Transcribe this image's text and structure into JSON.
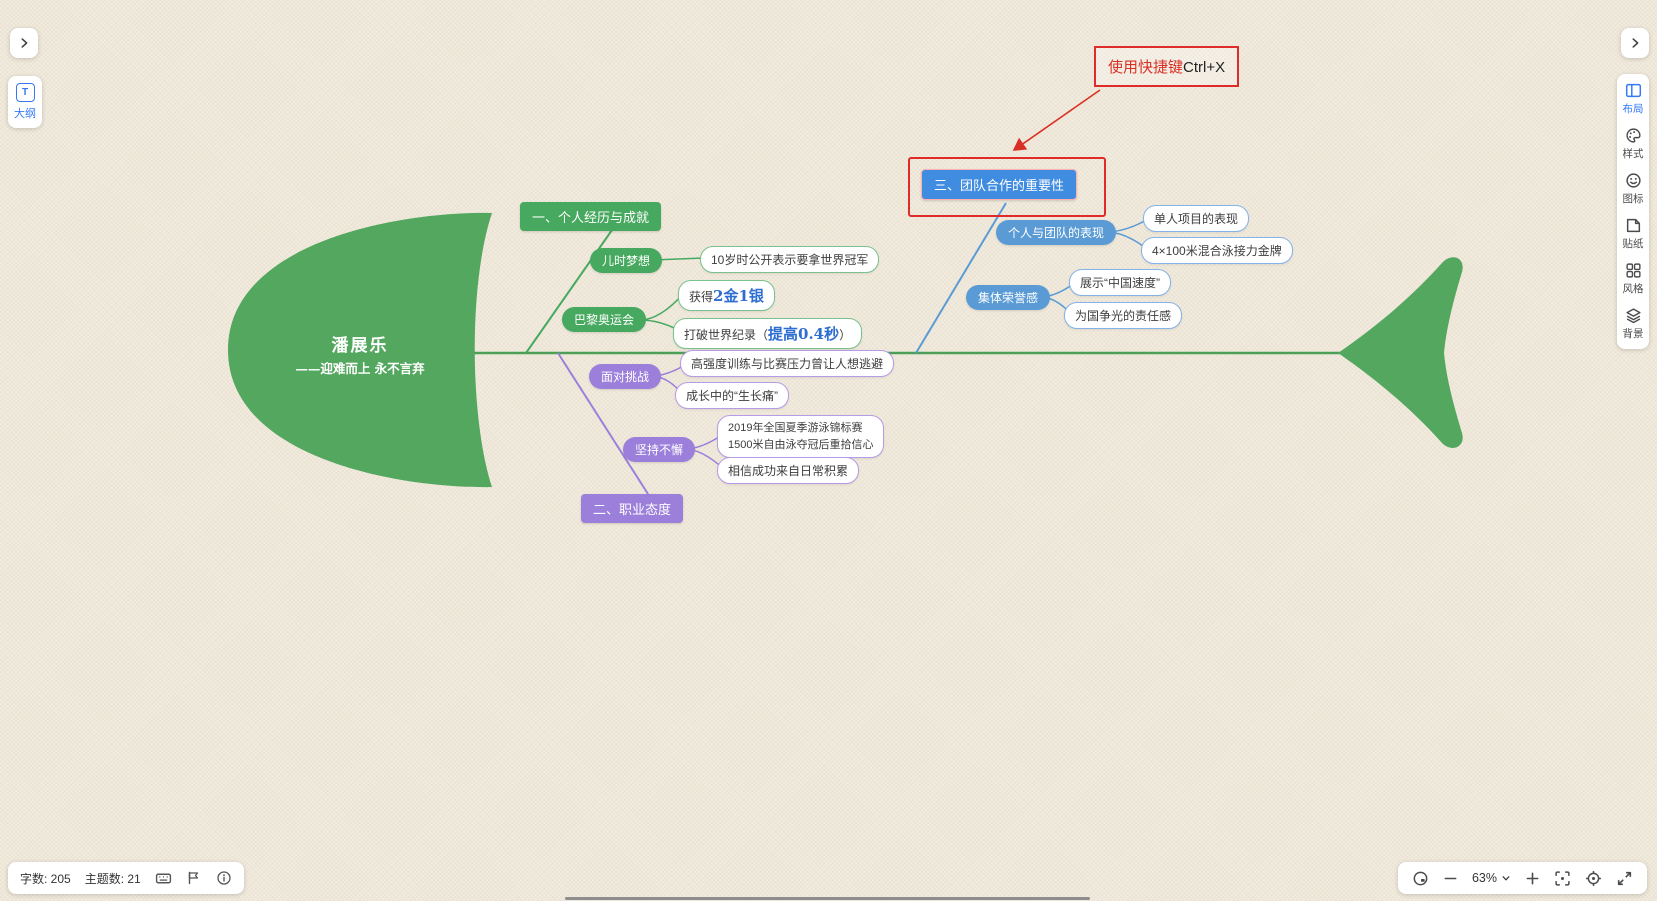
{
  "colors": {
    "green": "#47a95f",
    "blue": "#3f8ce0",
    "purple": "#9b7fdb",
    "red": "#d93025",
    "accent": "#3579f6"
  },
  "ui": {
    "left_panel": {
      "outline_icon_letter": "T",
      "outline_label": "大纲"
    },
    "right_panel": {
      "items": [
        {
          "label": "布局"
        },
        {
          "label": "样式"
        },
        {
          "label": "图标"
        },
        {
          "label": "贴纸"
        },
        {
          "label": "风格"
        },
        {
          "label": "背景"
        }
      ]
    },
    "status_bar": {
      "word_count": "字数: 205",
      "topic_count": "主题数: 21"
    },
    "zoom_bar": {
      "zoom_level": "63%"
    }
  },
  "annotation": {
    "prefix": "使用快捷键",
    "key": "Ctrl+X"
  },
  "map": {
    "head": {
      "title": "潘展乐",
      "subtitle": "——迎难而上 永不言弃"
    },
    "branch_experience": {
      "title": "一、个人经历与成就",
      "dream": {
        "label": "儿时梦想",
        "child": "10岁时公开表示要拿世界冠军"
      },
      "olympics": {
        "label": "巴黎奥运会",
        "medal_prefix": "获得",
        "medal_value": "2金1银",
        "record_prefix": "打破世界纪录（",
        "record_value": "提高0.4秒",
        "record_suffix": "）"
      }
    },
    "branch_teamwork": {
      "title": "三、团队合作的重要性",
      "performance": {
        "label": "个人与团队的表现",
        "children": [
          "单人项目的表现",
          "4×100米混合泳接力金牌"
        ]
      },
      "honor": {
        "label": "集体荣誉感",
        "children": [
          "展示“中国速度”",
          "为国争光的责任感"
        ]
      }
    },
    "branch_attitude": {
      "title": "二、职业态度",
      "challenge": {
        "label": "面对挑战",
        "children": [
          "高强度训练与比赛压力曾让人想逃避",
          "成长中的“生长痛”"
        ]
      },
      "persistence": {
        "label": "坚持不懈",
        "win_line1": "2019年全国夏季游泳锦标赛",
        "win_line2": "1500米自由泳夺冠后重拾信心",
        "belief": "相信成功来自日常积累"
      }
    }
  }
}
